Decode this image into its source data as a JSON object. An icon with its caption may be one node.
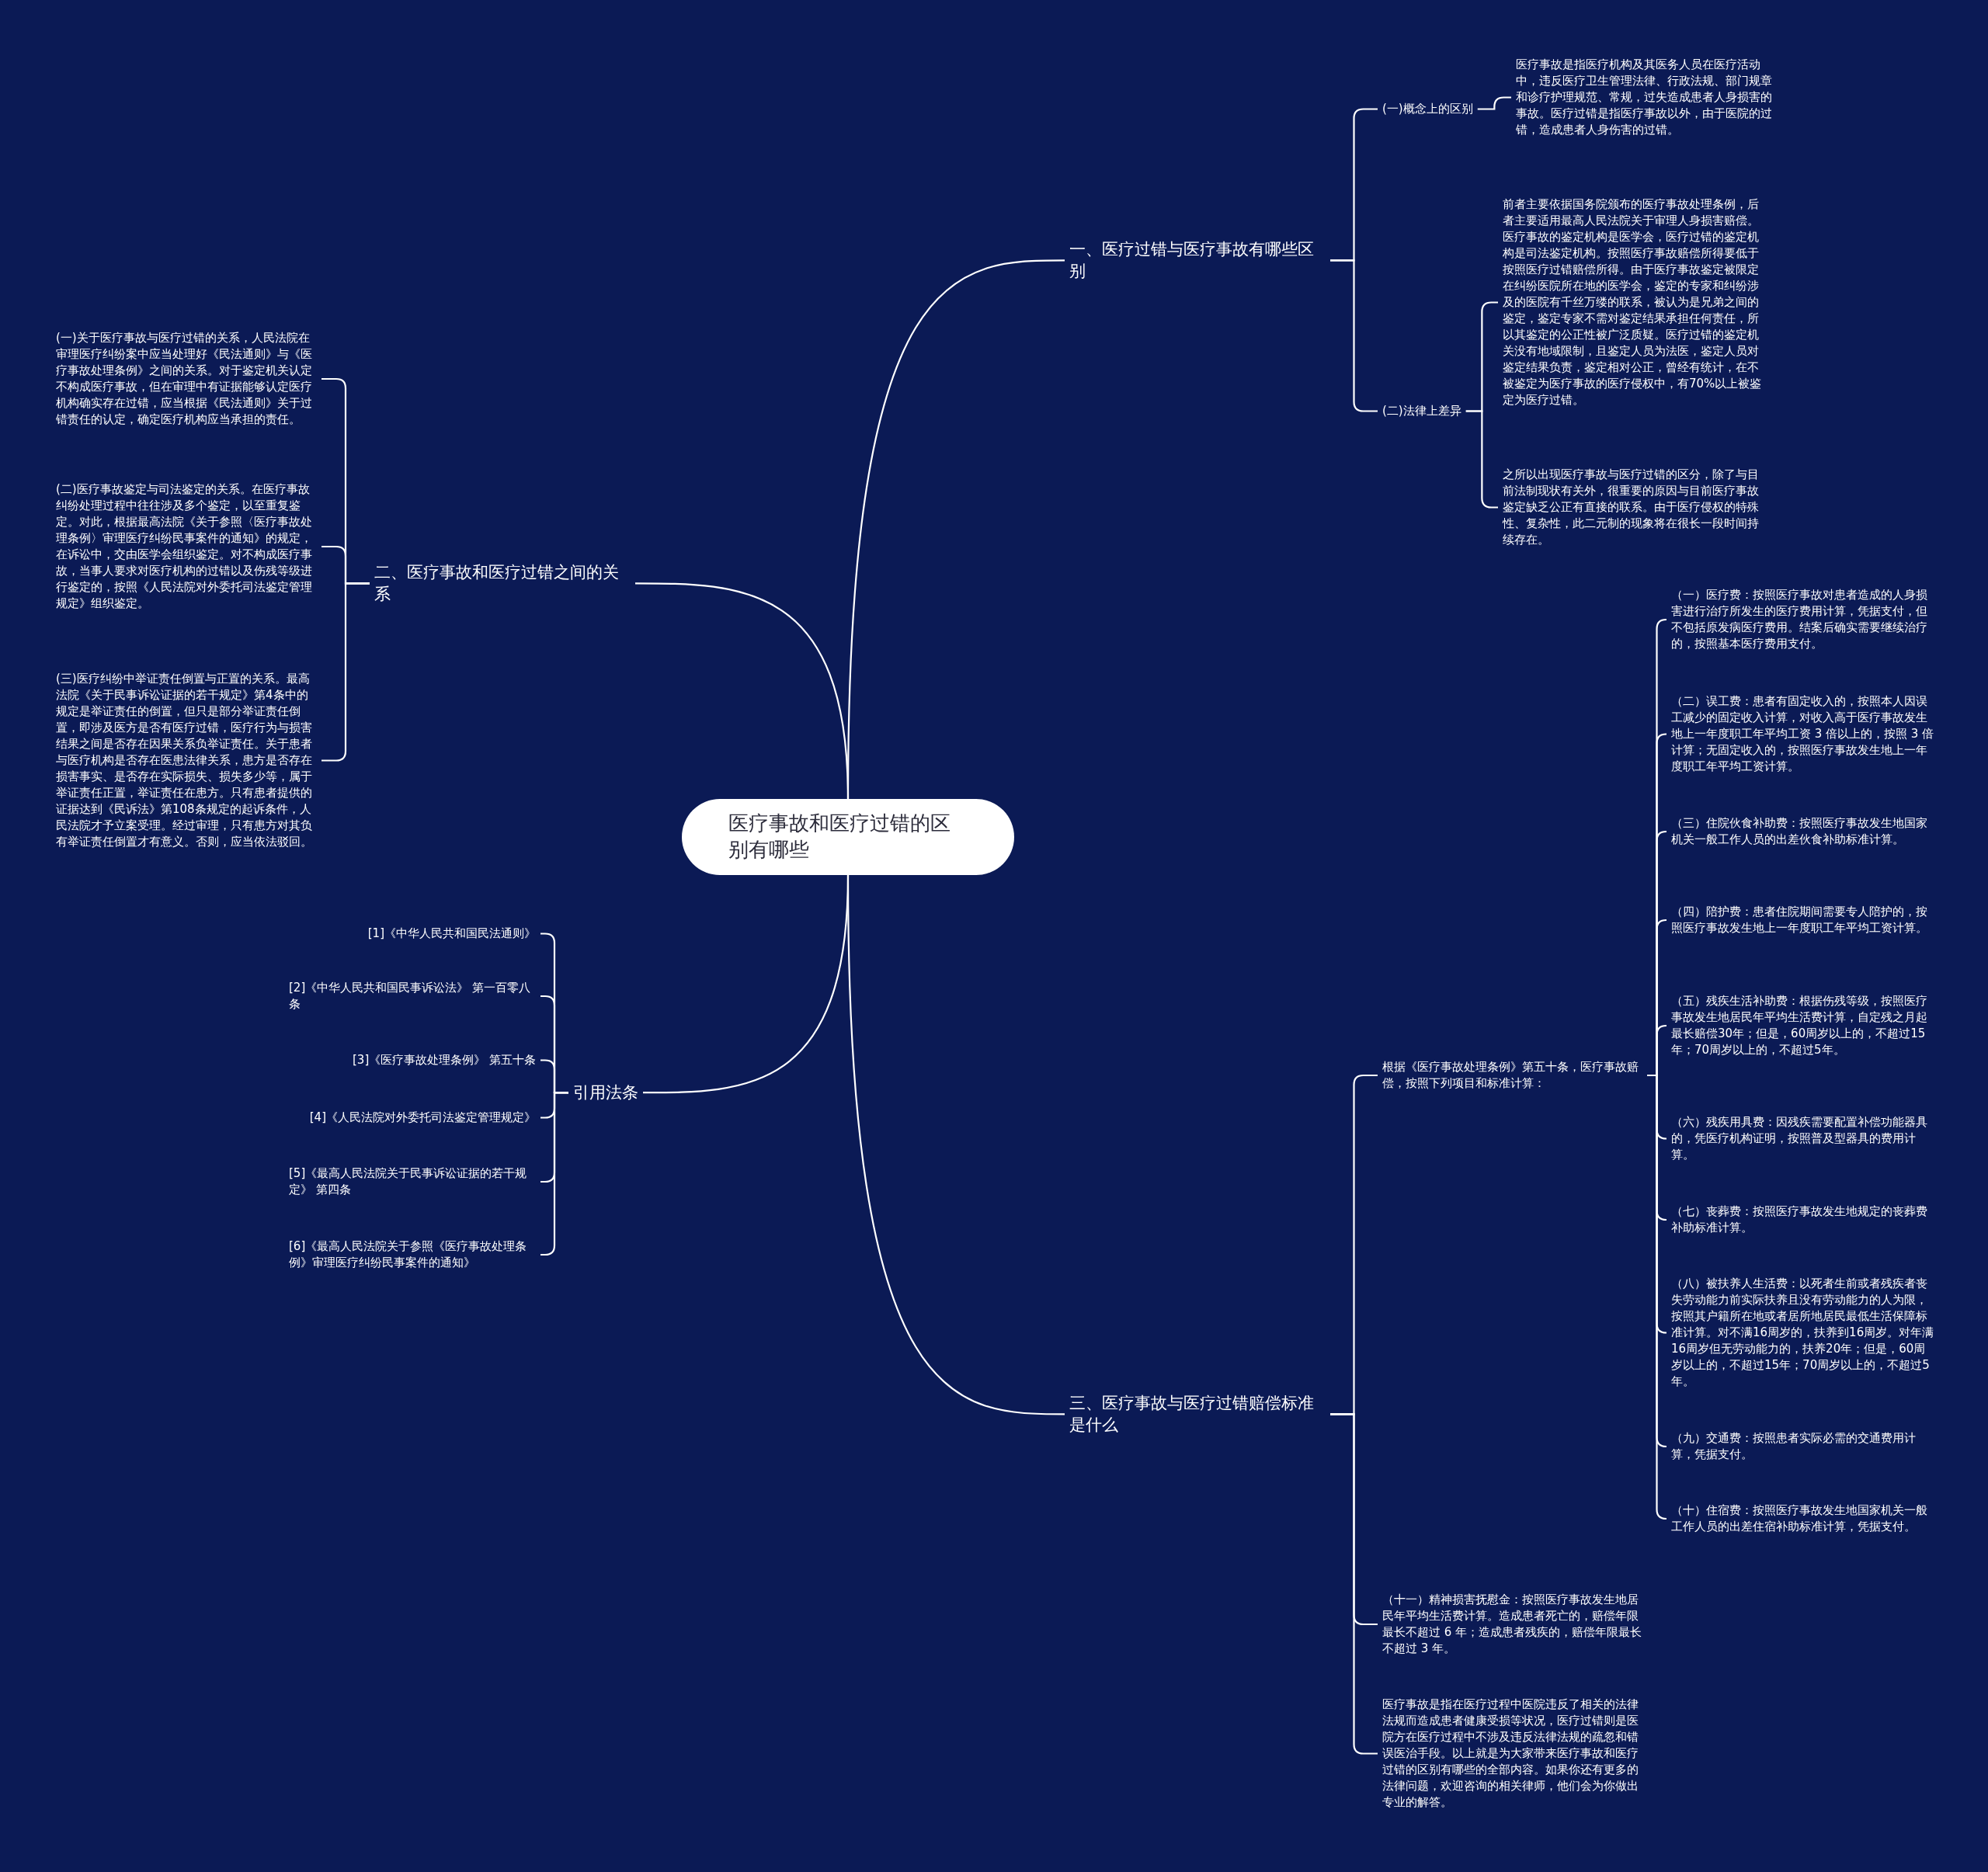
{
  "diagram": {
    "nodes": [
      {
        "text": [
          "医疗事故和医疗过错的区别有哪些"
        ]
      },
      {
        "text": [
          "一、医疗过错与医疗事故有哪些区别"
        ]
      },
      {
        "text": [
          "(一)概念上的区别"
        ]
      },
      {
        "text": [
          "医疗事故是指医疗机构及其医务人员在医疗活动中，违反医疗卫生管理法律、行政法规、部门规章和诊疗护理规范、常规，过失造成患者人身损害的事故。医疗过错是指医疗事故以外，由于医院的过错，造成患者人身伤害的过错。"
        ]
      },
      {
        "text": [
          "(二)法律上差异"
        ]
      },
      {
        "text": [
          "前者主要依据国务院颁布的医疗事故处理条例，后者主要适用最高人民法院关于审理人身损害赔偿。医疗事故的鉴定机构是医学会，医疗过错的鉴定机构是司法鉴定机构。按照医疗事故赔偿所得要低于按照医疗过错赔偿所得。由于医疗事故鉴定被限定在纠纷医院所在地的医学会，鉴定的专家和纠纷涉及的医院有千丝万缕的联系，被认为是兄弟之间的鉴定，鉴定专家不需对鉴定结果承担任何责任，所以其鉴定的公正性被广泛质疑。医疗过错的鉴定机关没有地域限制，且鉴定人员为法医，鉴定人员对鉴定结果负责，鉴定相对公正，曾经有统计，在不被鉴定为医疗事故的医疗侵权中，有70%以上被鉴定为医疗过错。"
        ]
      },
      {
        "text": [
          "之所以出现医疗事故与医疗过错的区分，除了与目前法制现状有关外，很重要的原因与目前医疗事故鉴定缺乏公正有直接的联系。由于医疗侵权的特殊性、复杂性，此二元制的现象将在很长一段时间持续存在。"
        ]
      },
      {
        "text": [
          "三、医疗事故与医疗过错赔偿标准是什么"
        ]
      },
      {
        "text": [
          "根据《医疗事故处理条例》第五十条，医疗事故赔偿，按照下列项目和标准计算："
        ]
      },
      {
        "text": [
          "（一）医疗费：按照医疗事故对患者造成的人身损害进行治疗所发生的医疗费用计算，凭据支付，但不包括原发病医疗费用。结案后确实需要继续治疗的，按照基本医疗费用支付。"
        ]
      },
      {
        "text": [
          "（二）误工费：患者有固定收入的，按照本人因误工减少的固定收入计算，对收入高于医疗事故发生地上一年度职工年平均工资 3 倍以上的，按照 3 倍计算；无固定收入的，按照医疗事故发生地上一年度职工年平均工资计算。"
        ]
      },
      {
        "text": [
          "（三）住院伙食补助费：按照医疗事故发生地国家机关一般工作人员的出差伙食补助标准计算。"
        ]
      },
      {
        "text": [
          "（四）陪护费：患者住院期间需要专人陪护的，按照医疗事故发生地上一年度职工年平均工资计算。"
        ]
      },
      {
        "text": [
          "（五）残疾生活补助费：根据伤残等级，按照医疗事故发生地居民年平均生活费计算，自定残之月起最长赔偿30年；但是，60周岁以上的，不超过15年；70周岁以上的，不超过5年。"
        ]
      },
      {
        "text": [
          "（六）残疾用具费：因残疾需要配置补偿功能器具的，凭医疗机构证明，按照普及型器具的费用计算。"
        ]
      },
      {
        "text": [
          "（七）丧葬费：按照医疗事故发生地规定的丧葬费补助标准计算。"
        ]
      },
      {
        "text": [
          "（八）被扶养人生活费：以死者生前或者残疾者丧失劳动能力前实际扶养且没有劳动能力的人为限，按照其户籍所在地或者居所地居民最低生活保障标准计算。对不满16周岁的，扶养到16周岁。对年满16周岁但无劳动能力的，扶养20年；但是，60周岁以上的，不超过15年；70周岁以上的，不超过5年。"
        ]
      },
      {
        "text": [
          "（九）交通费：按照患者实际必需的交通费用计算，凭据支付。"
        ]
      },
      {
        "text": [
          "（十）住宿费：按照医疗事故发生地国家机关一般工作人员的出差住宿补助标准计算，凭据支付。"
        ]
      },
      {
        "text": [
          "（十一）精神损害抚慰金：按照医疗事故发生地居民年平均生活费计算。造成患者死亡的，赔偿年限最长不超过 6 年；造成患者残疾的，赔偿年限最长不超过 3 年。"
        ]
      },
      {
        "text": [
          "医疗事故是指在医疗过程中医院违反了相关的法律法规而造成患者健康受损等状况，医疗过错则是医院方在医疗过程中不涉及违反法律法规的疏忽和错误医治手段。以上就是为大家带来医疗事故和医疗过错的区别有哪些的全部内容。如果你还有更多的法律问题，欢迎咨询的相关律师，他们会为你做出专业的解答。"
        ]
      },
      {
        "text": [
          "二、医疗事故和医疗过错之间的关系"
        ]
      },
      {
        "text": [
          "(一)关于医疗事故与医疗过错的关系，人民法院在审理医疗纠纷案中应当处理好《民法通则》与《医疗事故处理条例》之间的关系。对于鉴定机关认定不构成医疗事故，但在审理中有证据能够认定医疗机构确实存在过错，应当根据《民法通则》关于过错责任的认定，确定医疗机构应当承担的责任。"
        ]
      },
      {
        "text": [
          "(二)医疗事故鉴定与司法鉴定的关系。在医疗事故纠纷处理过程中往往涉及多个鉴定，以至重复鉴定。对此，根据最高法院《关于参照〈医疗事故处理条例〉审理医疗纠纷民事案件的通知》的规定，在诉讼中，交由医学会组织鉴定。对不构成医疗事故，当事人要求对医疗机构的过错以及伤残等级进行鉴定的，按照《人民法院对外委托司法鉴定管理规定》组织鉴定。"
        ]
      },
      {
        "text": [
          "(三)医疗纠纷中举证责任倒置与正置的关系。最高法院《关于民事诉讼证据的若干规定》第4条中的规定是举证责任的倒置，但只是部分举证责任倒置，即涉及医方是否有医疗过错，医疗行为与损害结果之间是否存在因果关系负举证责任。关于患者与医疗机构是否存在医患法律关系，患方是否存在损害事实、是否存在实际损失、损失多少等，属于举证责任正置，举证责任在患方。只有患者提供的证据达到《民诉法》第108条规定的起诉条件，人民法院才予立案受理。经过审理，只有患方对其负有举证责任倒置才有意义。否则，应当依法驳回。"
        ]
      },
      {
        "text": [
          "引用法条"
        ]
      },
      {
        "text": [
          "[1]《中华人民共和国民法通则》"
        ]
      },
      {
        "text": [
          "[2]《中华人民共和国民事诉讼法》 第一百零八条"
        ]
      },
      {
        "text": [
          "[3]《医疗事故处理条例》 第五十条"
        ]
      },
      {
        "text": [
          "[4]《人民法院对外委托司法鉴定管理规定》"
        ]
      },
      {
        "text": [
          "[5]《最高人民法院关于民事诉讼证据的若干规定》 第四条"
        ]
      },
      {
        "text": [
          "[6]《最高人民法院关于参照《医疗事故处理条例》审理医疗纠纷民事案件的通知》"
        ]
      }
    ],
    "edges": [
      {
        "from": 0,
        "to": 1,
        "arrow": "none"
      },
      {
        "from": 1,
        "to": 2,
        "arrow": "none"
      },
      {
        "from": 2,
        "to": 3,
        "arrow": "none"
      },
      {
        "from": 1,
        "to": 4,
        "arrow": "none"
      },
      {
        "from": 4,
        "to": 5,
        "arrow": "none"
      },
      {
        "from": 4,
        "to": 6,
        "arrow": "none"
      },
      {
        "from": 0,
        "to": 7,
        "arrow": "none"
      },
      {
        "from": 7,
        "to": 8,
        "arrow": "none"
      },
      {
        "from": 8,
        "to": 9,
        "arrow": "none"
      },
      {
        "from": 8,
        "to": 10,
        "arrow": "none"
      },
      {
        "from": 8,
        "to": 11,
        "arrow": "none"
      },
      {
        "from": 8,
        "to": 12,
        "arrow": "none"
      },
      {
        "from": 8,
        "to": 13,
        "arrow": "none"
      },
      {
        "from": 8,
        "to": 14,
        "arrow": "none"
      },
      {
        "from": 8,
        "to": 15,
        "arrow": "none"
      },
      {
        "from": 8,
        "to": 16,
        "arrow": "none"
      },
      {
        "from": 8,
        "to": 17,
        "arrow": "none"
      },
      {
        "from": 8,
        "to": 18,
        "arrow": "none"
      },
      {
        "from": 7,
        "to": 19,
        "arrow": "none"
      },
      {
        "from": 7,
        "to": 20,
        "arrow": "none"
      },
      {
        "from": 0,
        "to": 21,
        "arrow": "none"
      },
      {
        "from": 21,
        "to": 22,
        "arrow": "none"
      },
      {
        "from": 21,
        "to": 23,
        "arrow": "none"
      },
      {
        "from": 21,
        "to": 24,
        "arrow": "none"
      },
      {
        "from": 0,
        "to": 25,
        "arrow": "none"
      },
      {
        "from": 25,
        "to": 26,
        "arrow": "none"
      },
      {
        "from": 25,
        "to": 27,
        "arrow": "none"
      },
      {
        "from": 25,
        "to": 28,
        "arrow": "none"
      },
      {
        "from": 25,
        "to": 29,
        "arrow": "none"
      },
      {
        "from": 25,
        "to": 30,
        "arrow": "none"
      },
      {
        "from": 25,
        "to": 31,
        "arrow": "none"
      }
    ]
  }
}
